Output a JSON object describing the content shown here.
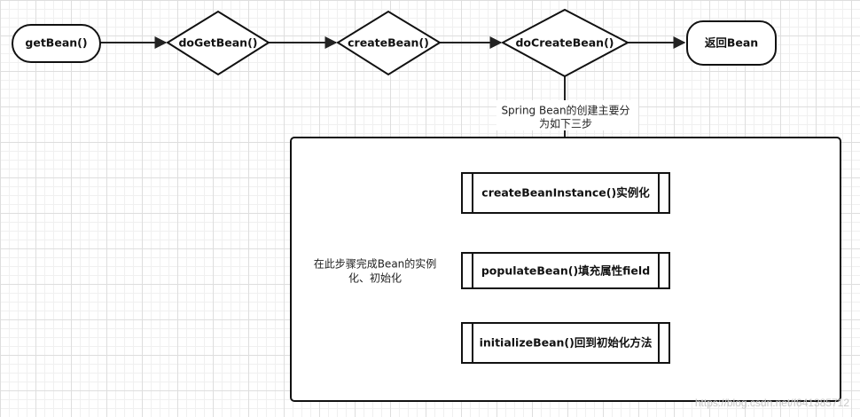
{
  "flow": {
    "get_bean": "getBean()",
    "do_get_bean": "doGetBean()",
    "create_bean": "createBean()",
    "do_create_bean": "doCreateBean()",
    "return_bean": "返回Bean"
  },
  "note_top": {
    "line1": "Spring Bean的创建主要分",
    "line2": "为如下三步"
  },
  "note_left": {
    "line1": "在此步骤完成Bean的实例",
    "line2": "化、初始化"
  },
  "steps": {
    "step1": "createBeanInstance()实例化",
    "step2": "populateBean()填充属性field",
    "step3": "initializeBean()回到初始化方法"
  },
  "watermark": "https://blog.csdn.net/f641385712",
  "colors": {
    "stroke": "#000000",
    "fill": "#ffffff",
    "text": "#111111"
  }
}
